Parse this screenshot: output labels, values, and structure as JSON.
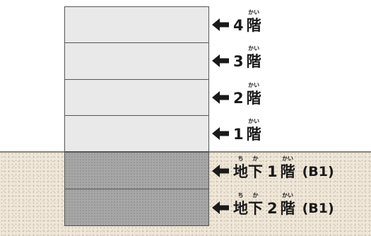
{
  "floors_above": [
    {
      "number": "4",
      "kanji": "階",
      "ruby": "かい"
    },
    {
      "number": "3",
      "kanji": "階",
      "ruby": "かい"
    },
    {
      "number": "2",
      "kanji": "階",
      "ruby": "かい"
    },
    {
      "number": "1",
      "kanji": "階",
      "ruby": "かい"
    }
  ],
  "floors_below": [
    {
      "prefix_kanji": [
        "地",
        "下"
      ],
      "prefix_ruby": [
        "ち",
        "か"
      ],
      "number": "1",
      "kanji": "階",
      "ruby": "かい",
      "suffix": "(B1)"
    },
    {
      "prefix_kanji": [
        "地",
        "下"
      ],
      "prefix_ruby": [
        "ち",
        "か"
      ],
      "number": "2",
      "kanji": "階",
      "ruby": "かい",
      "suffix": "(B1)"
    }
  ],
  "colors": {
    "above_floor": "#e9e9e9",
    "below_floor": "#a7a7a7",
    "ground": "#efe7d8",
    "text": "#1a1a1a"
  },
  "icons": {
    "pointer": "left-arrow-icon"
  }
}
